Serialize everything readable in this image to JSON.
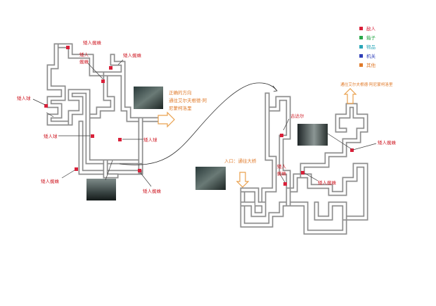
{
  "legend": {
    "items": [
      {
        "label": "敌人",
        "color": "#d9213a"
      },
      {
        "label": "箱子",
        "color": "#2aa84a"
      },
      {
        "label": "物品",
        "color": "#2aa6b8"
      },
      {
        "label": "机关",
        "color": "#2f3fb8"
      },
      {
        "label": "其他",
        "color": "#e07a2a"
      }
    ]
  },
  "enemy_color": "#d9213a",
  "note_color": "#e07a2a",
  "left_map": {
    "labels": {
      "dwarf_spider_top": "矮人蜘蛛",
      "dwarf_spider_mid_1": "矮人",
      "dwarf_spider_mid_2": "蜘蛛",
      "dwarf_spider_right": "矮人蜘蛛",
      "dwarf_ball_left": "矮人球",
      "dwarf_ball_mid": "矮人球",
      "dwarf_ball_right": "矮人球",
      "dwarf_spider_bottom_left": "矮人蜘蛛",
      "dwarf_spider_bottom_right": "矮人蜘蛛"
    },
    "note_lines": [
      "正确的方向",
      "通往艾尔夫根德·阿",
      "尼蒙柯洛里"
    ]
  },
  "right_map": {
    "labels": {
      "gumall": "古达尔",
      "dwarf_spider_right": "矮人蜘蛛",
      "dwarf_spider_mid_1": "矮人",
      "dwarf_spider_mid_2": "蜘蛛",
      "dwarf_spider_lower": "矮人蜘蛛"
    },
    "entrance_note": "入口：通往大桥",
    "exit_note": "通往艾尔夫根德·阿尼蒙柯洛里"
  }
}
